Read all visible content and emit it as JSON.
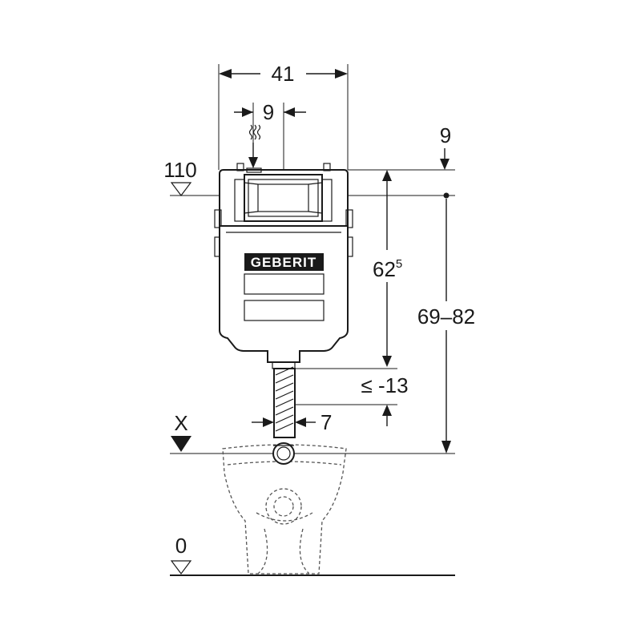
{
  "diagram": {
    "brand_logo": "GEBERIT",
    "dimensions": {
      "width_total": "41",
      "width_inlet": "9",
      "top_offset": "9",
      "level_110": "110",
      "height_main": "62",
      "height_main_sup": "5",
      "height_range": "69–82",
      "pipe_offset": "≤ -13",
      "pipe_width": "7",
      "level_x": "X",
      "level_zero": "0"
    },
    "icons": {
      "water_inlet": "wavy-water-inlet-icon",
      "level_marker": "level-triangle-icon"
    },
    "colors": {
      "line": "#1a1a1a",
      "background": "#ffffff"
    }
  }
}
